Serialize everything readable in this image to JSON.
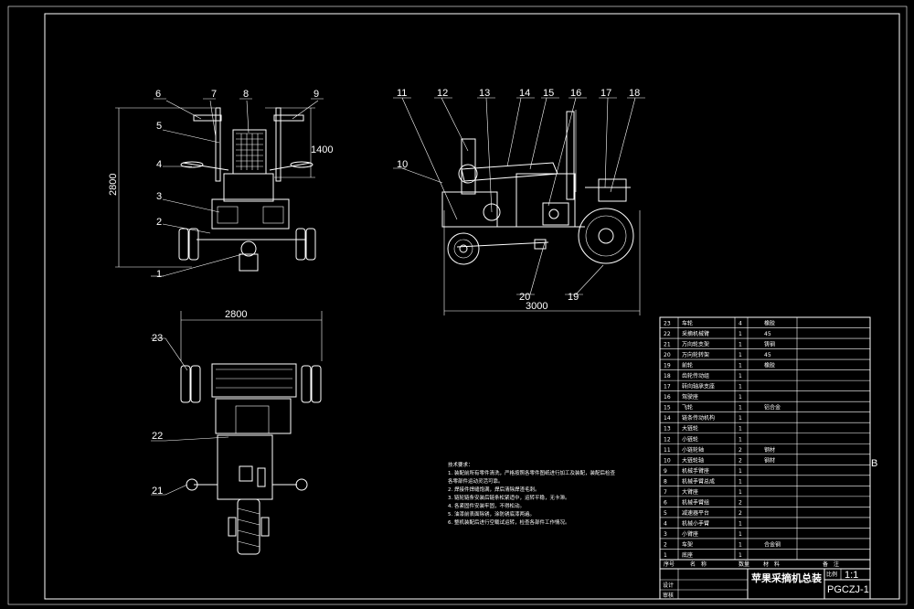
{
  "frame_letter": "B",
  "front_view": {
    "callouts": [
      "1",
      "2",
      "3",
      "4",
      "5",
      "6",
      "7",
      "8",
      "9"
    ],
    "dim_height": "2800",
    "dim_side": "1400"
  },
  "side_view": {
    "callouts": [
      "10",
      "11",
      "12",
      "13",
      "14",
      "15",
      "16",
      "17",
      "18",
      "19",
      "20"
    ],
    "dim_length": "3000"
  },
  "top_view": {
    "callouts": [
      "21",
      "22",
      "23"
    ],
    "dim_width": "2800"
  },
  "notes": [
    "技术要求：",
    "1. 装配前所有零件清洗，严格按照各零件图纸进行加工及装配，装配后检查",
    "   各零部件运动灵活可靠。",
    "2. 焊接件焊缝饱满，焊后清除焊渣毛刺。",
    "3. 链轮链条安装后链条松紧适中，运转平稳，无卡滞。",
    "4. 各紧固件安装牢固，不得松动。",
    "5. 油漆前表面除锈，涂防锈底漆两遍。",
    "6. 整机装配后进行空载试运转，检查各部件工作情况。"
  ],
  "parts_table": {
    "rows": [
      {
        "no": "23",
        "name": "车轮",
        "qty": "4",
        "mat": "橡胶"
      },
      {
        "no": "22",
        "name": "采摘机械臂",
        "qty": "1",
        "mat": "45"
      },
      {
        "no": "21",
        "name": "万向轮支架",
        "qty": "1",
        "mat": "铸钢"
      },
      {
        "no": "20",
        "name": "万向轮转架",
        "qty": "1",
        "mat": "45"
      },
      {
        "no": "19",
        "name": "前轮",
        "qty": "1",
        "mat": "橡胶"
      },
      {
        "no": "18",
        "name": "齿轮传动组",
        "qty": "1",
        "mat": ""
      },
      {
        "no": "17",
        "name": "转向轴承支座",
        "qty": "1",
        "mat": ""
      },
      {
        "no": "16",
        "name": "驾驶座",
        "qty": "1",
        "mat": ""
      },
      {
        "no": "15",
        "name": "飞轮",
        "qty": "1",
        "mat": "铝合金"
      },
      {
        "no": "14",
        "name": "链条传动机构",
        "qty": "1",
        "mat": ""
      },
      {
        "no": "13",
        "name": "大链轮",
        "qty": "1",
        "mat": ""
      },
      {
        "no": "12",
        "name": "小链轮",
        "qty": "1",
        "mat": ""
      },
      {
        "no": "11",
        "name": "小链轮轴",
        "qty": "2",
        "mat": "钢材"
      },
      {
        "no": "10",
        "name": "大链轮轴",
        "qty": "2",
        "mat": "钢材"
      },
      {
        "no": "9",
        "name": "机械手臂座",
        "qty": "1",
        "mat": ""
      },
      {
        "no": "8",
        "name": "机械手臂总成",
        "qty": "1",
        "mat": ""
      },
      {
        "no": "7",
        "name": "大臂座",
        "qty": "1",
        "mat": ""
      },
      {
        "no": "6",
        "name": "机械手臂组",
        "qty": "2",
        "mat": ""
      },
      {
        "no": "5",
        "name": "减速器平台",
        "qty": "2",
        "mat": ""
      },
      {
        "no": "4",
        "name": "机械小手臂",
        "qty": "1",
        "mat": ""
      },
      {
        "no": "3",
        "name": "小臂座",
        "qty": "1",
        "mat": ""
      },
      {
        "no": "2",
        "name": "车架",
        "qty": "1",
        "mat": "合金钢"
      },
      {
        "no": "1",
        "name": "底座",
        "qty": "1",
        "mat": ""
      }
    ],
    "header_no": "序号",
    "header_name": "名　称",
    "header_qty": "数量",
    "header_mat": "材　料",
    "header_note": "备　注",
    "title": "苹果采摘机总装",
    "scale_label": "比例",
    "scale_value": "1:1",
    "drawing_code": "PGCZJ-1",
    "designer_label": "设计",
    "reviewer_label": "审核"
  }
}
